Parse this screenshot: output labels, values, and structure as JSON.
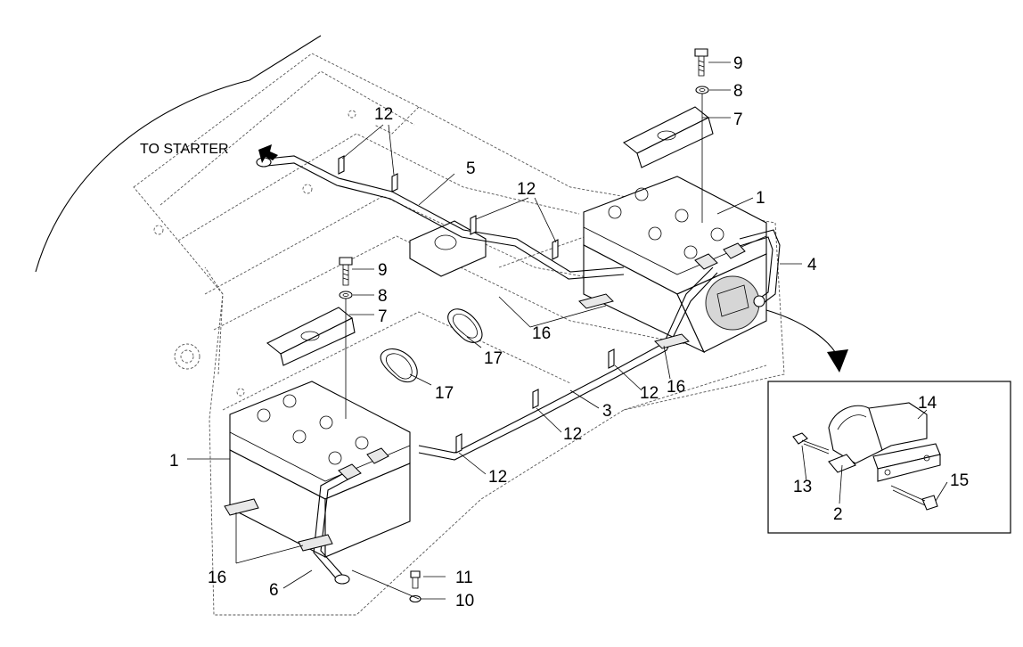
{
  "note": "TO STARTER",
  "callouts": {
    "c9a": "9",
    "c8a": "8",
    "c7a": "7",
    "c12a": "12",
    "c5": "5",
    "c12b": "12",
    "c1a": "1",
    "c4": "4",
    "c9b": "9",
    "c8b": "8",
    "c7b": "7",
    "c16a": "16",
    "c17a": "17",
    "c17b": "17",
    "c12c": "12",
    "c16b": "16",
    "c3": "3",
    "c12d": "12",
    "c12e": "12",
    "c1b": "1",
    "c16c": "16",
    "c6": "6",
    "c11": "11",
    "c10": "10",
    "c14": "14",
    "c13": "13",
    "c15": "15",
    "c2": "2"
  }
}
